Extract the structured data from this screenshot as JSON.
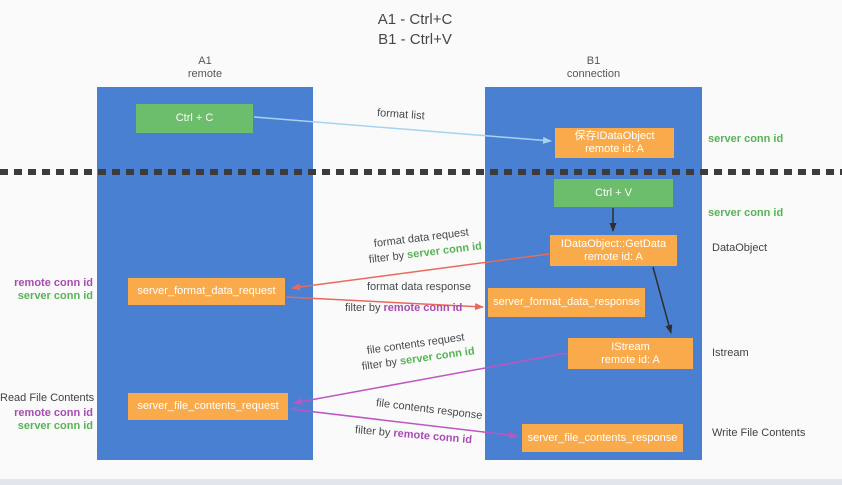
{
  "colors": {
    "column_blue": "#4a80d2",
    "node_green": "#6cbe6c",
    "node_orange": "#f9ab4c",
    "green_label": "#55b555",
    "purple_label": "#a94ab4",
    "arrow_red": "#e86a5e",
    "arrow_magenta": "#bf54c3",
    "arrow_blue": "#a6d3f0",
    "arrow_black": "#2e2e2e",
    "text_dark": "#3f4347",
    "background": "#fafafa",
    "divider": "#3c3c3c",
    "bottom_bar": "#e2e6ec"
  },
  "title": {
    "line1": "A1 - Ctrl+C",
    "line2": "B1 - Ctrl+V"
  },
  "lanes": {
    "a1": {
      "name": "A1",
      "subtitle": "remote"
    },
    "b1": {
      "name": "B1",
      "subtitle": "connection"
    }
  },
  "nodes": {
    "ctrl_c": "Ctrl + C",
    "save_dataobject": {
      "line1": "保存IDataObject",
      "line2": "remote id: A"
    },
    "ctrl_v": "Ctrl + V",
    "getdata": {
      "line1": "IDataObject::GetData",
      "line2": "remote id: A"
    },
    "format_request": "server_format_data_request",
    "format_response": "server_format_data_response",
    "istream": {
      "line1": "IStream",
      "line2": "remote id: A"
    },
    "file_request": "server_file_contents_request",
    "file_response": "server_file_contents_response"
  },
  "side_labels": {
    "server_conn_id_top": "server conn id",
    "server_conn_id_mid": "server conn id",
    "dataobject": "DataObject",
    "istream": "Istream",
    "write_file_contents": "Write File Contents",
    "read_file_contents": "Read File Contents",
    "left_remote_conn_id_1": "remote conn id",
    "left_server_conn_id_1": "server conn id",
    "left_remote_conn_id_2": "remote conn id",
    "left_server_conn_id_2": "server conn id"
  },
  "arrow_labels": {
    "filter_by": "filter by",
    "format_list": "format list",
    "format_data_request": {
      "text": "format data request",
      "filter": "server conn id"
    },
    "format_data_response": {
      "text": "format data response",
      "filter": "remote conn id"
    },
    "file_contents_request": {
      "text": "file contents request",
      "filter": "server conn id"
    },
    "file_contents_response": {
      "text": "file contents response",
      "filter": "remote conn id"
    }
  }
}
